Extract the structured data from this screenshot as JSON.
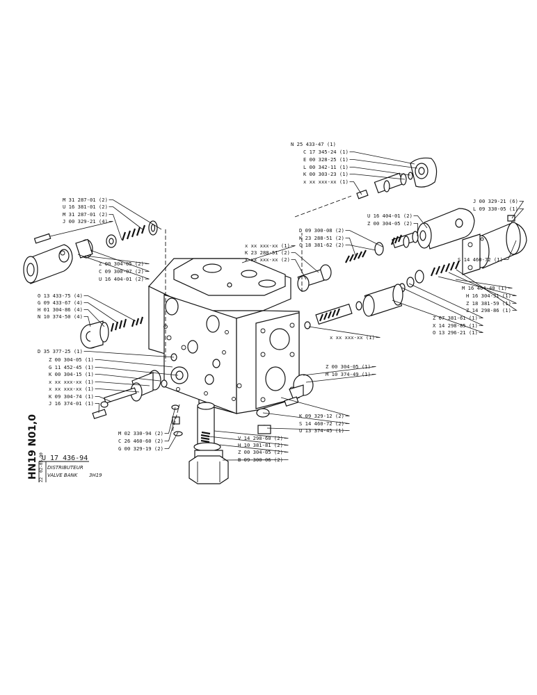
{
  "document": {
    "ref_code": "HN19 N01,0",
    "part_number": "U 17 436-94",
    "date": "02-05-90",
    "date_index": "22",
    "title_fr": "DISTRIBUTEUR",
    "title_en": "VALVE BANK",
    "model": "3H19"
  },
  "labels": [
    "N 25 433-47 (1)",
    "C 17 345-24 (1)",
    "E 00 328-25 (1)",
    "L 00 342-11 (1)",
    "K 00 303-23 (1)",
    "x xx xxx-xx (1)",
    "J 00 329-21 (6)",
    "L 09 330-05 (1)",
    "U 16 404-01 (2)",
    "Z 00 304-05 (2)",
    "D 09 300-08 (2)",
    "K 23 288-51 (2)",
    "C 18 381-62 (2)",
    "M 31 287-01 (2)",
    "U 16 381-01 (2)",
    "M 31 287-01 (2)",
    "J 00 329-21 (4)",
    "x xx xxx-xx (1)",
    "K 23 288-51 (2)",
    "x xx xxx-xx (2)",
    "Z 00 304-05 (2)",
    "C 09 300-07 (2)",
    "U 16 404-01 (2)",
    "S 14 460-72 (1)",
    "M 16 404-40 (1)",
    "H 16 304-31 (1)",
    "Z 18 381-59 (1)",
    "Z 14 298-86 (1)",
    "O 13 433-75 (4)",
    "G 09 433-67 (4)",
    "H 01 304-86 (4)",
    "N 10 374-50 (4)",
    "Z 07 381-61 (1)",
    "X 14 298-85 (1)",
    "O 13 296-21 (1)",
    "x xx xxx-xx (1)",
    "D 35 377-25 (1)",
    "Z 00 304-05 (1)",
    "G 11 452-45 (1)",
    "K 00 304-15 (1)",
    "x xx xxx-xx (1)",
    "x xx xxx-xx (1)",
    "K 09 304-74 (1)",
    "J 16 374-01 (1)",
    "Z 00 304-05 (1)",
    "M 10 374-49 (1)",
    "M 02 330-94 (2)",
    "C 26 460-60 (2)",
    "G 00 329-19 (2)",
    "K 09 329-12 (2)",
    "S 14 460-72 (2)",
    "U 13 374-45 (1)",
    "V 14 298-60 (2)",
    "H 10 381-81 (2)",
    "Z 00 304-05 (2)",
    "B 09 300-06 (2)"
  ]
}
